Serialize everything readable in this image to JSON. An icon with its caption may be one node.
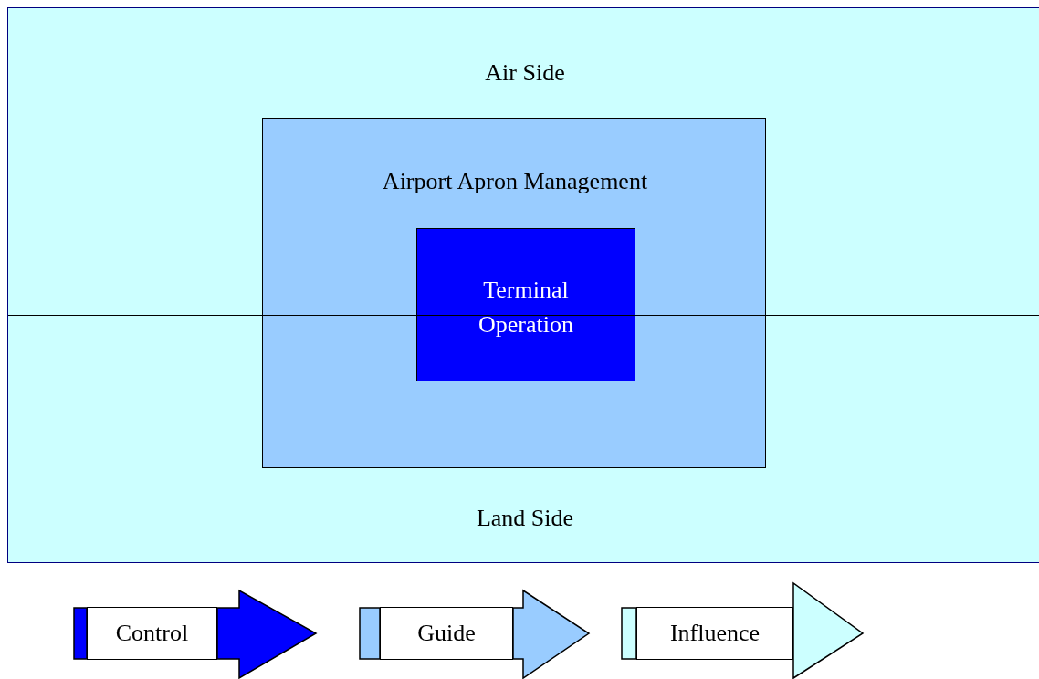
{
  "diagram": {
    "nodes": [
      {
        "text": [
          "Air Side",
          "Land Side"
        ]
      },
      {
        "text": [
          "Airport Apron Management"
        ],
        "in": 0
      },
      {
        "text": [
          "Terminal Operation"
        ],
        "in": 1
      }
    ],
    "legend": [
      {
        "text": "Control",
        "color": "#0000ff"
      },
      {
        "text": "Guide",
        "color": "#99ccff"
      },
      {
        "text": "Influence",
        "color": "#ccffff"
      }
    ]
  }
}
